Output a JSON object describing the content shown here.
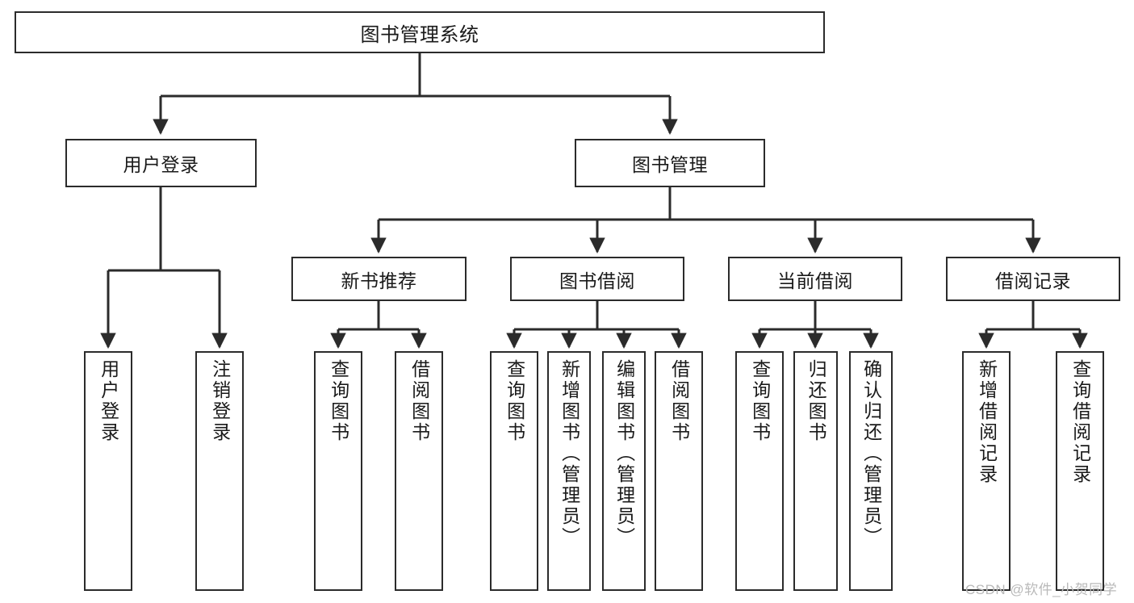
{
  "diagram": {
    "title": "图书管理系统",
    "type": "tree-hierarchy-diagram",
    "colors": {
      "box_border": "#2b2b2b",
      "box_fill": "#ffffff",
      "connector": "#2b2b2b",
      "text": "#1a1a1a",
      "watermark": "#b9b9b9",
      "background": "#ffffff"
    },
    "root": {
      "label": "图书管理系统"
    },
    "level2": [
      {
        "id": "user-login",
        "label": "用户登录"
      },
      {
        "id": "book-management",
        "label": "图书管理"
      }
    ],
    "level3": [
      {
        "id": "new-book-recommend",
        "label": "新书推荐"
      },
      {
        "id": "book-borrow",
        "label": "图书借阅"
      },
      {
        "id": "current-borrow",
        "label": "当前借阅"
      },
      {
        "id": "borrow-record",
        "label": "借阅记录"
      }
    ],
    "leaves": {
      "user_login": [
        {
          "id": "leaf-user-login",
          "label": "用户登录"
        },
        {
          "id": "leaf-logout-login",
          "label": "注销登录"
        }
      ],
      "new_book_recommend": [
        {
          "id": "leaf-query-book-1",
          "label": "查询图书"
        },
        {
          "id": "leaf-borrow-book-1",
          "label": "借阅图书"
        }
      ],
      "book_borrow": [
        {
          "id": "leaf-query-book-2",
          "label": "查询图书"
        },
        {
          "id": "leaf-add-book",
          "label": "新增图书（管理员）"
        },
        {
          "id": "leaf-edit-book",
          "label": "编辑图书（管理员）"
        },
        {
          "id": "leaf-borrow-book-2",
          "label": "借阅图书"
        }
      ],
      "current_borrow": [
        {
          "id": "leaf-query-book-3",
          "label": "查询图书"
        },
        {
          "id": "leaf-return-book",
          "label": "归还图书"
        },
        {
          "id": "leaf-confirm-return",
          "label": "确认归还（管理员）"
        }
      ],
      "borrow_record": [
        {
          "id": "leaf-add-record",
          "label": "新增借阅记录"
        },
        {
          "id": "leaf-query-record",
          "label": "查询借阅记录"
        }
      ]
    }
  },
  "watermark": {
    "text": "CSDN @软件_小贺同学"
  }
}
